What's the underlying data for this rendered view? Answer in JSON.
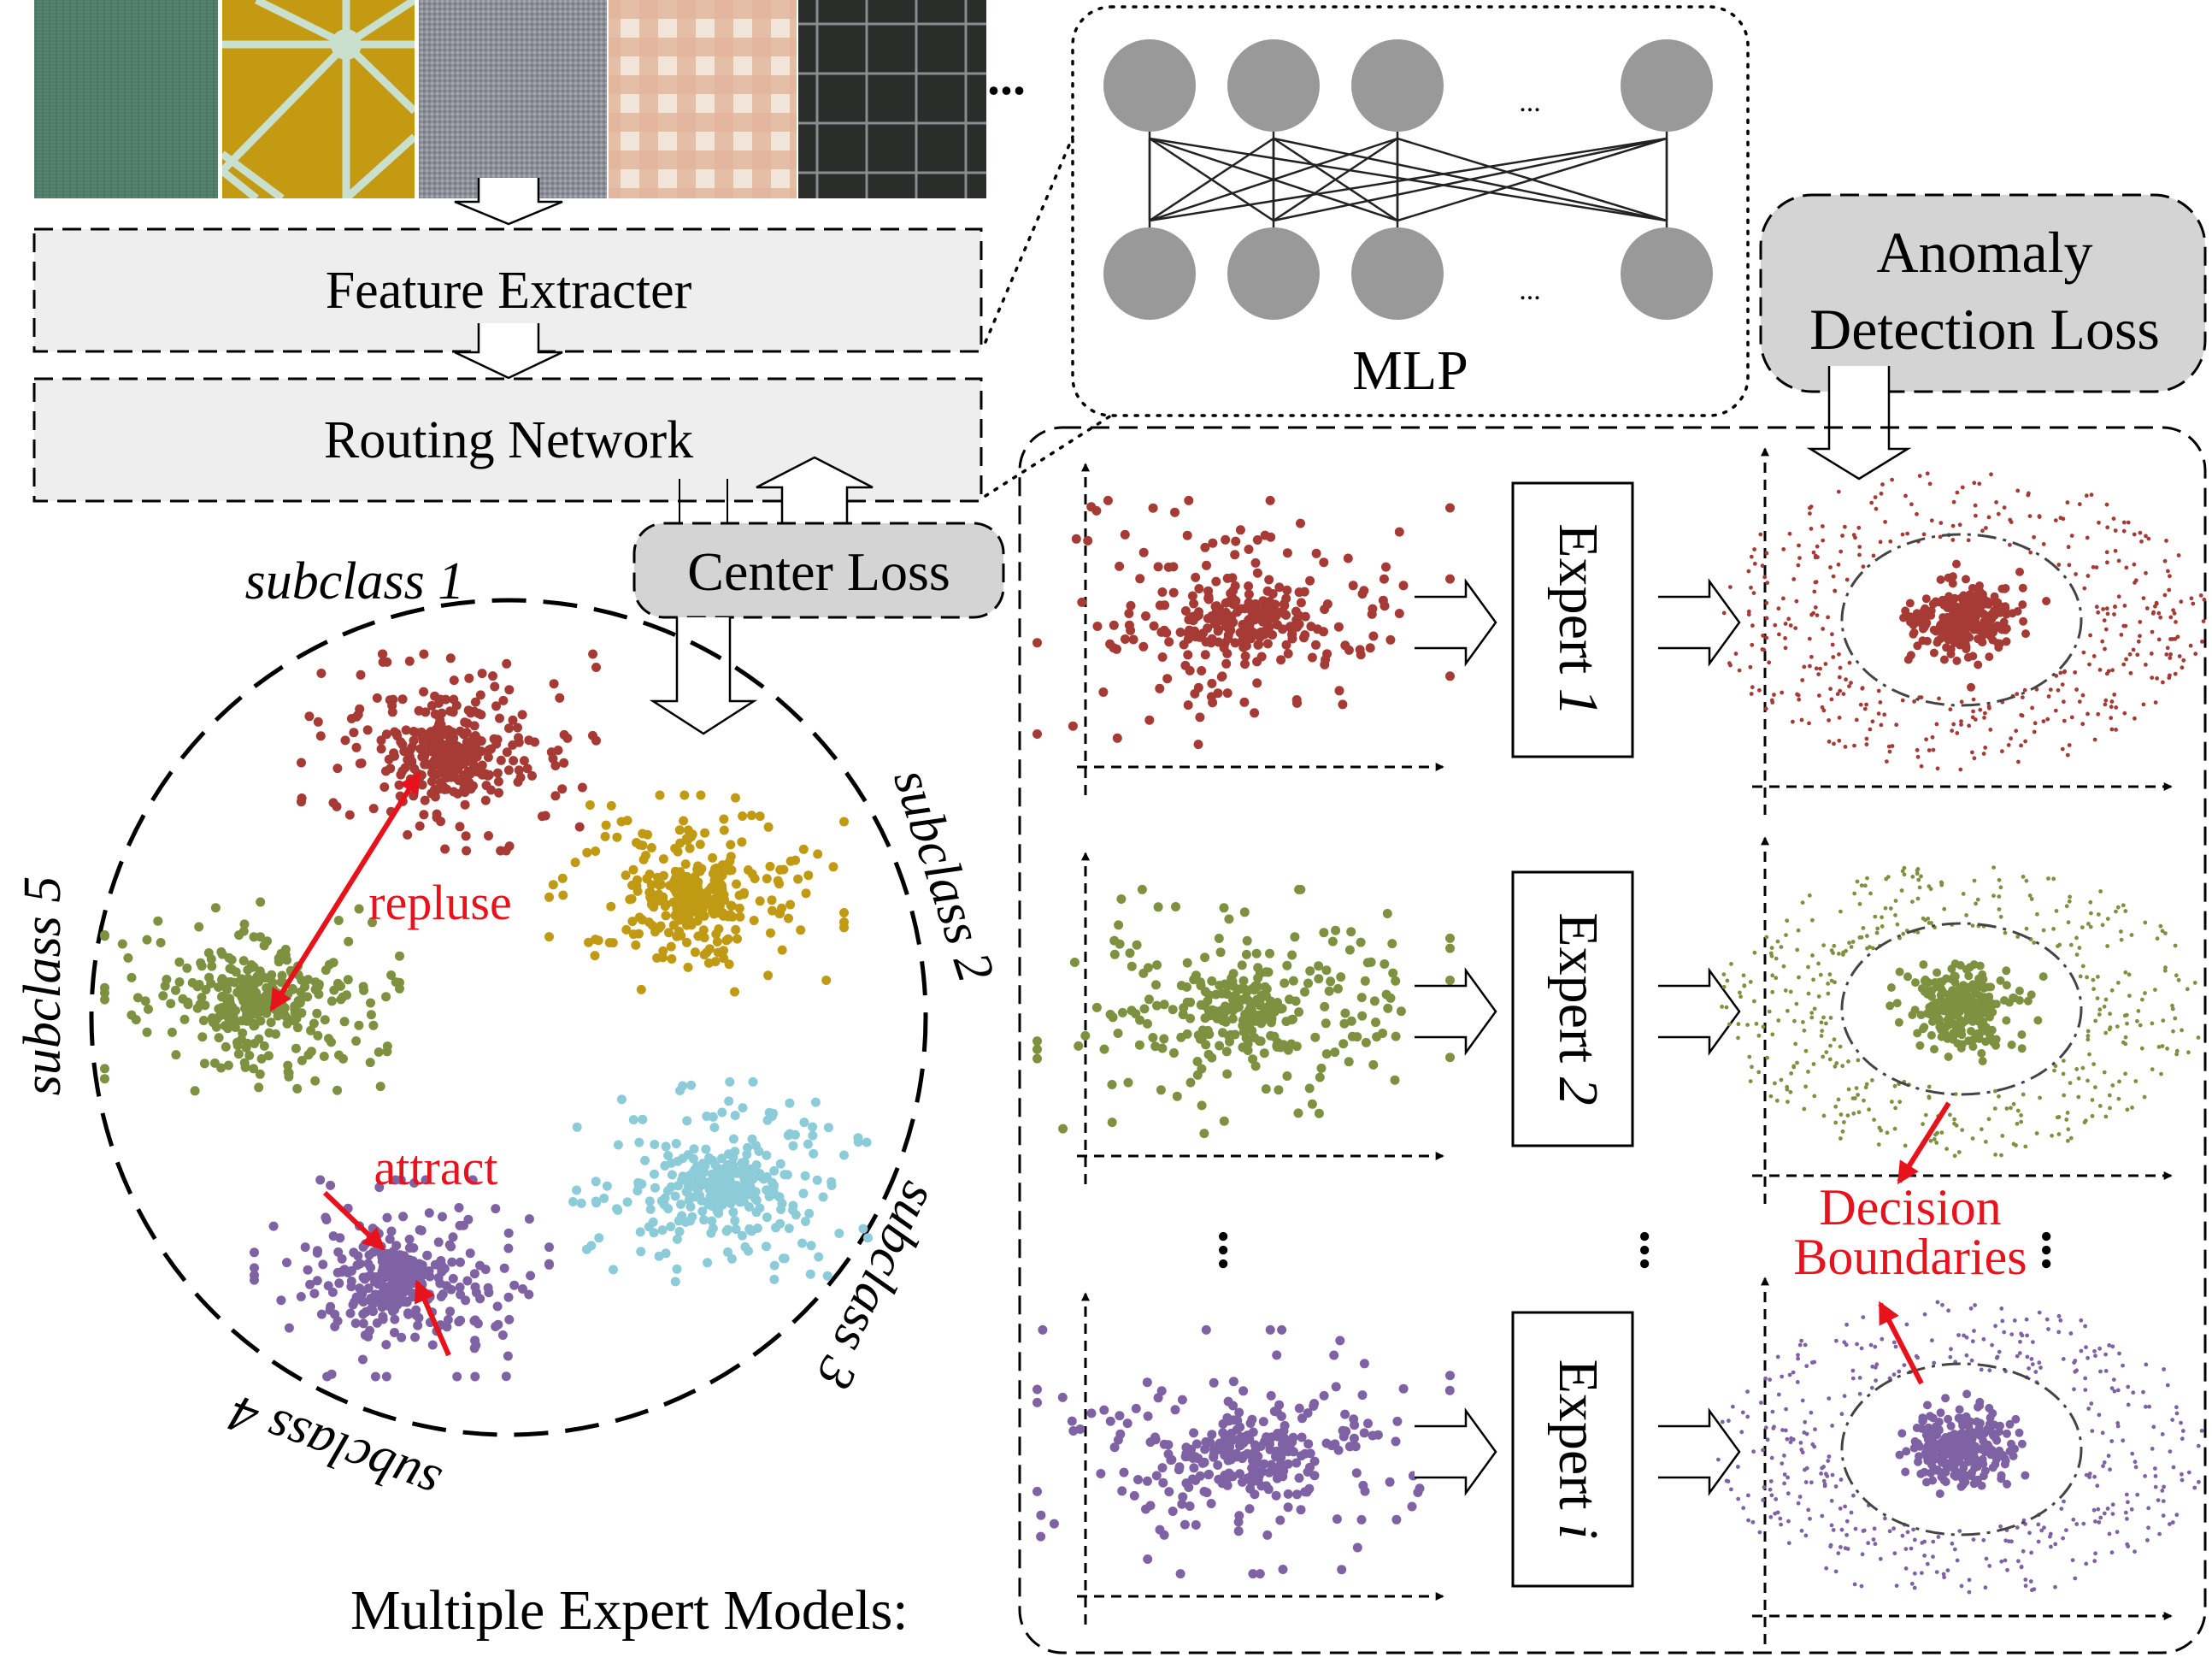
{
  "top_dots": "...",
  "feature_extracter": "Feature Extracter",
  "routing_network": "Routing Network",
  "center_loss": "Center Loss",
  "mlp": {
    "label": "MLP",
    "ellipsis": "..."
  },
  "anomaly_loss": {
    "line1": "Anomaly",
    "line2": "Detection Loss"
  },
  "subclasses": [
    "subclass 1",
    "subclass 2",
    "subclass 3",
    "subclass 4",
    "subclass 5"
  ],
  "repluse": "repluse",
  "attract": "attract",
  "experts": [
    {
      "prefix": "Expert ",
      "index": "1"
    },
    {
      "prefix": "Expert ",
      "index": "2"
    },
    {
      "prefix": "Expert ",
      "index": "i"
    }
  ],
  "decision_boundaries": {
    "line1": "Decision",
    "line2": "Boundaries"
  },
  "multiple_expert_models": "Multiple Expert Models:",
  "colors": {
    "red_cluster": "#a63a35",
    "yellow_cluster": "#c19a14",
    "green_cluster": "#7d9140",
    "blue_cluster": "#8ccbd8",
    "purple_cluster": "#7f62a3",
    "arrow_red": "#e8121c",
    "box_fill": "#eeeeee",
    "loss_fill": "#d4d4d4",
    "node_fill": "#999999"
  },
  "textures": [
    "green linen",
    "yellow lattice",
    "grey tweed",
    "peach gingham",
    "dark grid"
  ]
}
